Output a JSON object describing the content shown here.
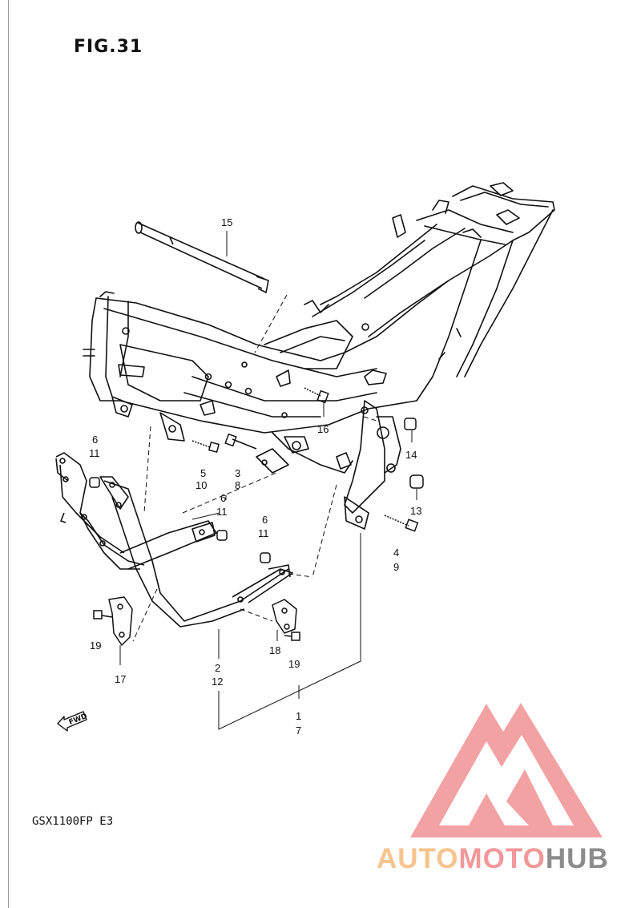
{
  "figure_title": "FIG.31",
  "model_code": "GSX1100FP E3",
  "fwd_label": "FWD",
  "callouts": [
    {
      "id": "c15",
      "text": "15"
    },
    {
      "id": "c16",
      "text": "16"
    },
    {
      "id": "c14",
      "text": "14"
    },
    {
      "id": "c13",
      "text": "13"
    },
    {
      "id": "c6a",
      "text": "6"
    },
    {
      "id": "c11a",
      "text": "11"
    },
    {
      "id": "c5",
      "text": "5"
    },
    {
      "id": "c10",
      "text": "10"
    },
    {
      "id": "c3",
      "text": "3"
    },
    {
      "id": "c8",
      "text": "8"
    },
    {
      "id": "c6b",
      "text": "6"
    },
    {
      "id": "c11b",
      "text": "11"
    },
    {
      "id": "c6c",
      "text": "6"
    },
    {
      "id": "c11c",
      "text": "11"
    },
    {
      "id": "c4",
      "text": "4"
    },
    {
      "id": "c9",
      "text": "9"
    },
    {
      "id": "c19a",
      "text": "19"
    },
    {
      "id": "c17",
      "text": "17"
    },
    {
      "id": "c18",
      "text": "18"
    },
    {
      "id": "c19b",
      "text": "19"
    },
    {
      "id": "c2",
      "text": "2"
    },
    {
      "id": "c12",
      "text": "12"
    },
    {
      "id": "c1",
      "text": "1"
    },
    {
      "id": "c7",
      "text": "7"
    }
  ],
  "watermark": {
    "part1": "AUTO",
    "part2": "MOTO",
    "part3": "HUB",
    "colors": {
      "auto": "#f7c48d",
      "moto": "#f2989a",
      "hub": "#8c8c8c",
      "logo": "#f2989a"
    }
  }
}
